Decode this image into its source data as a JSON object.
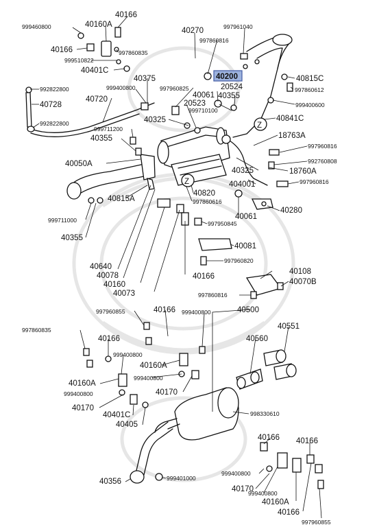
{
  "highlight_color": "#9db3de",
  "labels": {
    "p40166_top": "40166",
    "p999460800": "999460800",
    "p40160A_top": "40160A",
    "p40166_left": "40166",
    "p997860835_top": "997860835",
    "p999510822": "999510822",
    "p40401C_top": "40401C",
    "p40270": "40270",
    "p997961040": "997961040",
    "p997860816_top": "997860816",
    "p40200": "40200",
    "p20524": "20524",
    "p40815C": "40815C",
    "p997860612": "997860612",
    "p999400600": "999400600",
    "p40061_top": "40061",
    "p40355_top": "40355",
    "p997960825": "997960825",
    "p40375": "40375",
    "p999400800_mid": "999400800",
    "p20523": "20523",
    "p999710100": "999710100",
    "p992822800_a": "992822800",
    "p40728": "40728",
    "p40720": "40720",
    "p992822800_b": "992822800",
    "p40841C": "40841C",
    "p999711200": "999711200",
    "p40325_top": "40325",
    "p40355_mid": "40355",
    "p18763A": "18763A",
    "p997960816_r": "997960816",
    "p992760808": "992760808",
    "p40050A": "40050A",
    "p40325_mid": "40325",
    "p18760A": "18760A",
    "p404001": "404001",
    "p997960816_r2": "997960816",
    "p40820": "40820",
    "p40815A": "40815A",
    "p997860616": "997860616",
    "p40280": "40280",
    "p999711000": "999711000",
    "p40061_mid": "40061",
    "p997950845": "997950845",
    "p40355_left": "40355",
    "p40081": "40081",
    "p997960820": "997960820",
    "p40640": "40640",
    "p40078": "40078",
    "p40160": "40160",
    "p40166_mid": "40166",
    "p40073": "40073",
    "p40108": "40108",
    "p40070B": "40070B",
    "p997860816_mid": "997860816",
    "p997960855_lower": "997960855",
    "p40166_lower": "40166",
    "p999400800_lower": "999400800",
    "p40500": "40500",
    "p997860835_lower": "997860835",
    "p40166_lower2": "40166",
    "p999400800_l2": "999400800",
    "p40160A_lower": "40160A",
    "p40560": "40560",
    "p40551": "40551",
    "p40160A_lower2": "40160A",
    "p999400800_l3": "999400800",
    "p999400800_l4": "999400800",
    "p40170_a": "40170",
    "p40170_b": "40170",
    "p40401C_lower": "40401C",
    "p40405": "40405",
    "p998330610": "998330610",
    "p40166_br": "40166",
    "p40166_br2": "40166",
    "p999400800_br": "999400800",
    "p40356": "40356",
    "p999401000": "999401000",
    "p40170_br": "40170",
    "p999400800_br2": "999400800",
    "p40160A_br": "40160A",
    "p40166_br3": "40166",
    "p997960855_br": "997960855",
    "z_top": "Z",
    "z_mid": "Z"
  }
}
